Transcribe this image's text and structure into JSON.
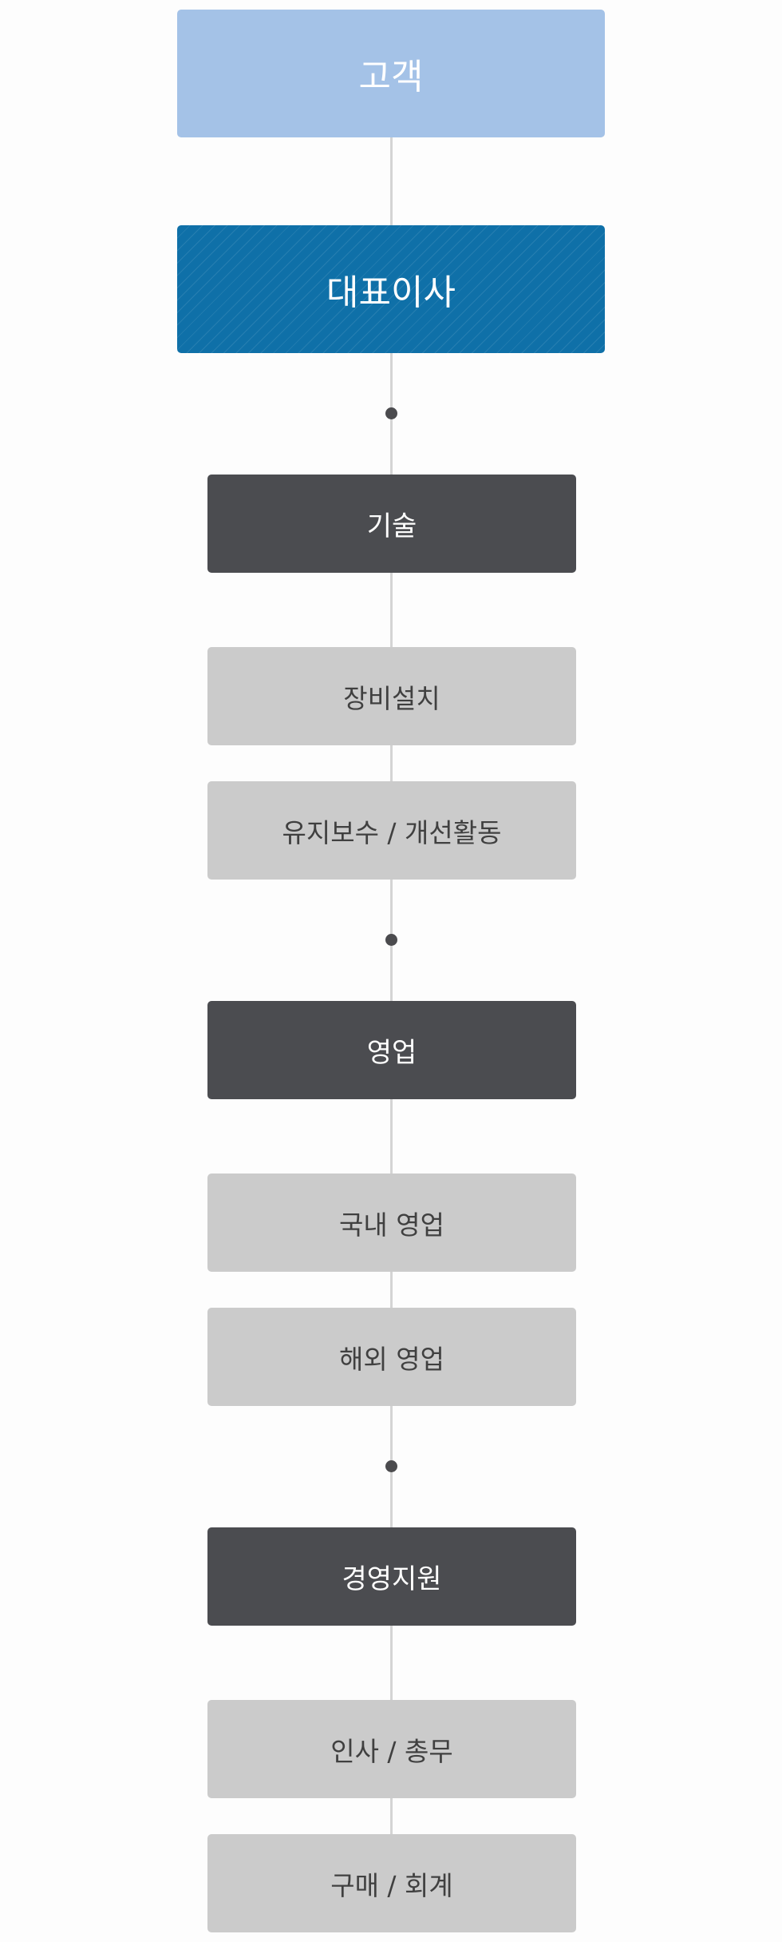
{
  "org_chart": {
    "customer": "고객",
    "ceo": "대표이사",
    "departments": [
      {
        "name": "기술",
        "teams": [
          "장비설치",
          "유지보수 / 개선활동"
        ]
      },
      {
        "name": "영업",
        "teams": [
          "국내 영업",
          "해외 영업"
        ]
      },
      {
        "name": "경영지원",
        "teams": [
          "인사 / 총무",
          "구매 / 회계"
        ]
      }
    ],
    "colors": {
      "customer_box": "#a4c2e7",
      "ceo_box": "#0f70a8",
      "department_box": "#4b4c50",
      "team_box": "#cbcbcb",
      "connector_line": "#d4d4d4",
      "connector_dot": "#4b4b4e",
      "team_text": "#404040"
    }
  }
}
